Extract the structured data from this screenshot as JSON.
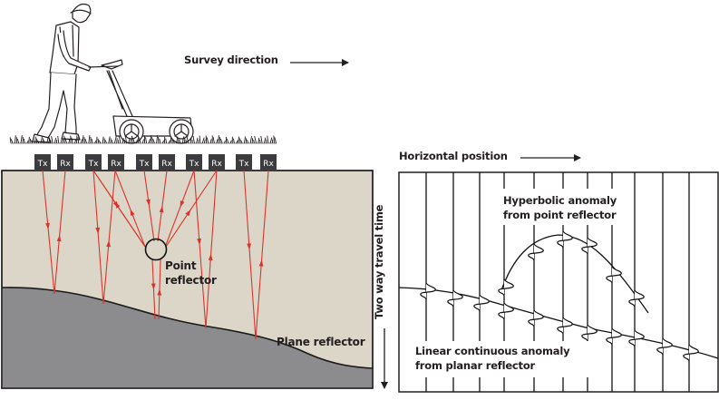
{
  "labels": {
    "survey_direction": "Survey direction",
    "horizontal_position": "Horizontal position",
    "two_way_travel_time": "Two way travel time",
    "point_reflector_line1": "Point",
    "point_reflector_line2": "reflector",
    "plane_reflector": "Plane reflector",
    "hyperbolic_line1": "Hyperbolic anomaly",
    "hyperbolic_line2": "from point reflector",
    "linear_line1": "Linear continuous anomaly",
    "linear_line2": "from planar reflector"
  },
  "antennas": [
    "Tx",
    "Rx",
    "Tx",
    "Rx",
    "Tx",
    "Rx",
    "Tx",
    "Rx",
    "Tx",
    "Rx"
  ],
  "colors": {
    "soil": "#dcd6c8",
    "bedrock": "#8c8c8e",
    "ray": "#d9342b",
    "antenna_box": "#3c3c3e",
    "ink": "#231f20"
  }
}
